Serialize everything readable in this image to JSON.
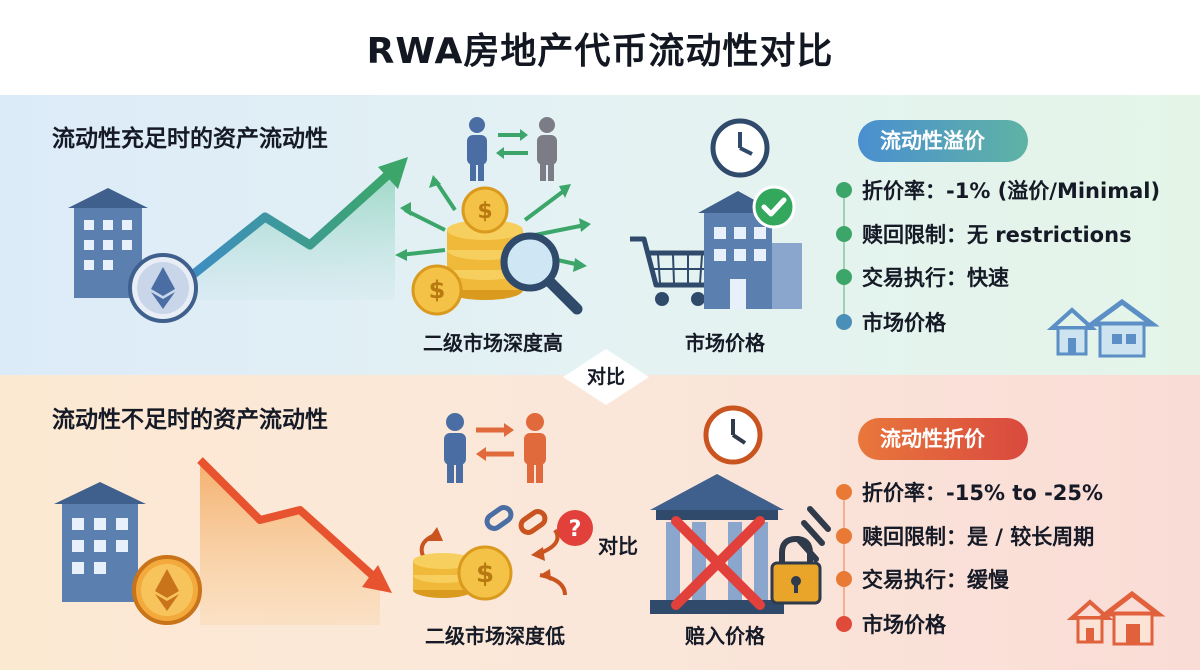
{
  "title": "RWA房地产代币流动性对比",
  "divider_label": "对比",
  "top": {
    "heading": "流动性充足时的资产流动性",
    "caption_market": "二级市场深度高",
    "caption_price": "市场价格",
    "badge": "流动性溢价",
    "items": [
      "折价率：-1% (溢价/Minimal)",
      "赎回限制：无 restrictions",
      "交易执行：快速",
      "市场价格"
    ],
    "colors": {
      "accent": "#4aa37c",
      "badge_start": "#4a8fd0",
      "badge_end": "#5fb3a4"
    }
  },
  "bottom": {
    "heading": "流动性不足时的资产流动性",
    "caption_market": "二级市场深度低",
    "caption_price": "赔入价格",
    "side_label": "对比",
    "badge": "流动性折价",
    "items": [
      "折价率：-15% to -25%",
      "赎回限制：是 / 较长周期",
      "交易执行：缓慢",
      "市场价格"
    ],
    "colors": {
      "accent": "#e36b33",
      "badge_start": "#e9773c",
      "badge_end": "#d9493e"
    }
  },
  "icons": [
    "building-icon",
    "ethereum-coin-icon",
    "rising-arrow-icon",
    "people-exchange-icon",
    "coin-stack-icon",
    "magnifier-icon",
    "clock-icon",
    "shopping-cart-icon",
    "checkmark-icon",
    "house-icon",
    "falling-arrow-icon",
    "broken-chain-icon",
    "question-icon",
    "bank-building-icon",
    "cross-icon",
    "padlock-icon"
  ]
}
